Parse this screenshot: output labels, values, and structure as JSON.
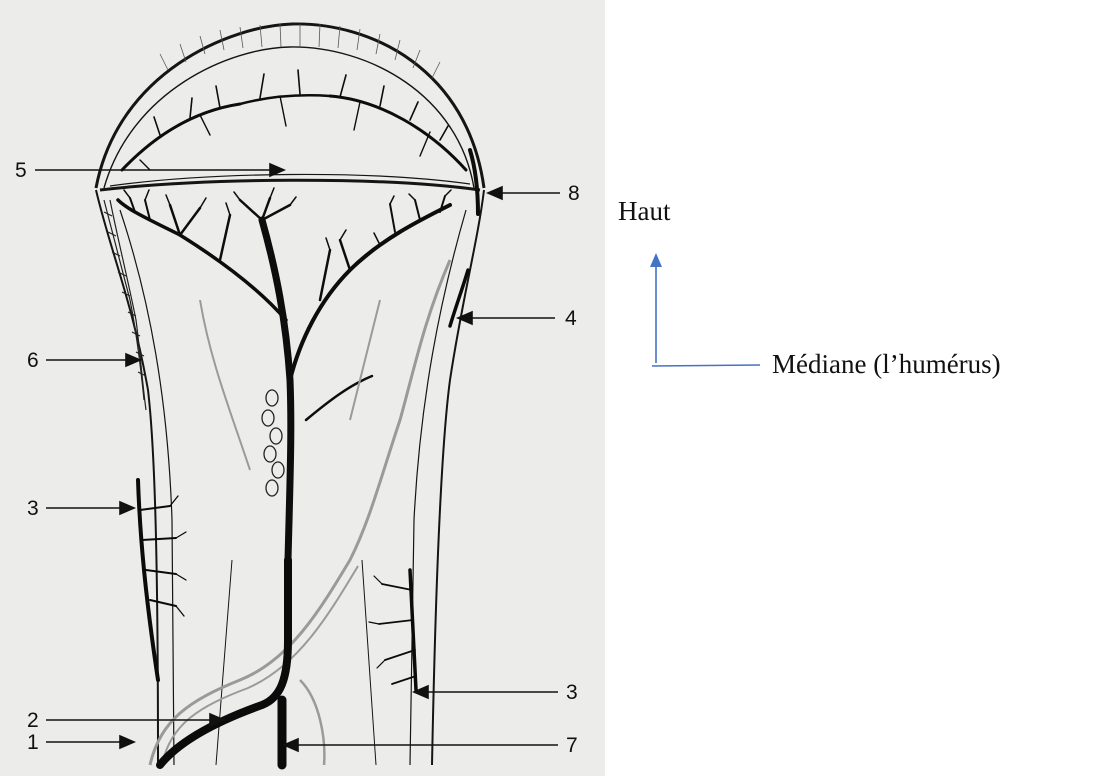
{
  "figure": {
    "labels": [
      "5",
      "8",
      "4",
      "6",
      "3",
      "3",
      "2",
      "1",
      "7"
    ]
  },
  "annotation": {
    "up_label": "Haut",
    "median_label": "Médiane (l’humérus)",
    "arrow_color": "#4472c4"
  }
}
